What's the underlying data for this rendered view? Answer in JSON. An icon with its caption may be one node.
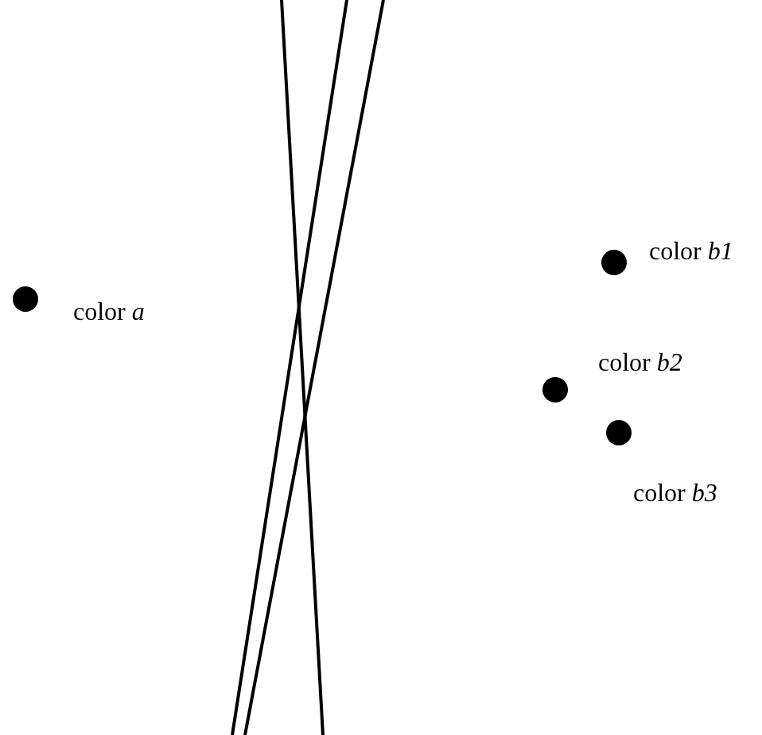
{
  "diagram": {
    "nodes": [
      {
        "text": [],
        "shape": "circle",
        "beside": [
          "color *a*"
        ]
      },
      {
        "text": [],
        "shape": "circle",
        "beside": [
          "color *b1*"
        ]
      },
      {
        "text": [],
        "shape": "circle",
        "beside": [
          "color *b2*"
        ]
      },
      {
        "text": [],
        "shape": "circle",
        "beside": [
          "color *b3*"
        ]
      }
    ]
  }
}
